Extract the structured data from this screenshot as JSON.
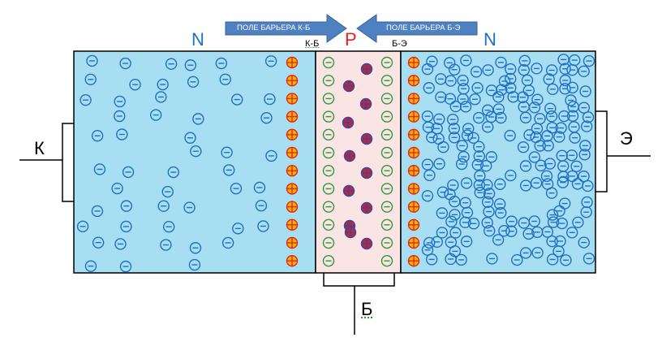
{
  "regions": {
    "collector_label": "N",
    "base_label": "P",
    "emitter_label": "N"
  },
  "junctions": {
    "cb": "К-Б",
    "be": "Б-Э"
  },
  "arrows": {
    "left": "ПОЛЕ БАРЬЕРА К-Б",
    "right": "ПОЛЕ БАРЬЕРА Б-Э"
  },
  "terminals": {
    "collector": "К",
    "emitter": "Э",
    "base": "Б"
  },
  "colors": {
    "n_region": "#a8def2",
    "p_region": "#fbe4e4",
    "electron": "#1f6fc4",
    "ion_plus_fill": "#f7b500",
    "ion_plus_edge": "#e8211c",
    "ion_minus": "#2e9a3e",
    "hole_fill": "#c0262e",
    "hole_edge": "#3a45a8",
    "arrow_fill": "#4f80c0"
  }
}
